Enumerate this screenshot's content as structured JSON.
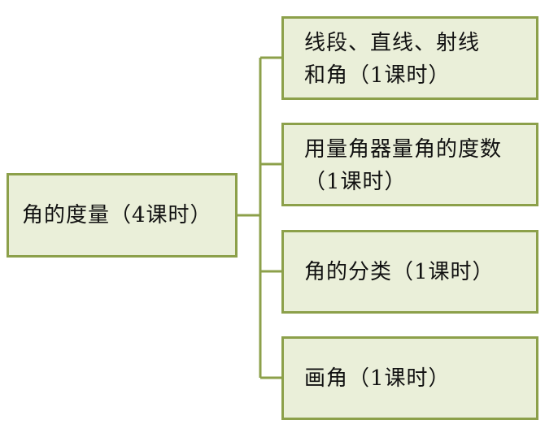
{
  "root": {
    "label": "角的度量（4课时）"
  },
  "children": [
    {
      "line1": "线段、直线、射线",
      "line2": "和角（1课时）"
    },
    {
      "line1": "用量角器量角的度数",
      "line2": "（1课时）"
    },
    {
      "line1": "角的分类（1课时）"
    },
    {
      "line1": "画角（1课时）"
    }
  ],
  "colors": {
    "box_fill": "#eaefd9",
    "box_border": "#8ca04a",
    "connector": "#8ca04a"
  }
}
